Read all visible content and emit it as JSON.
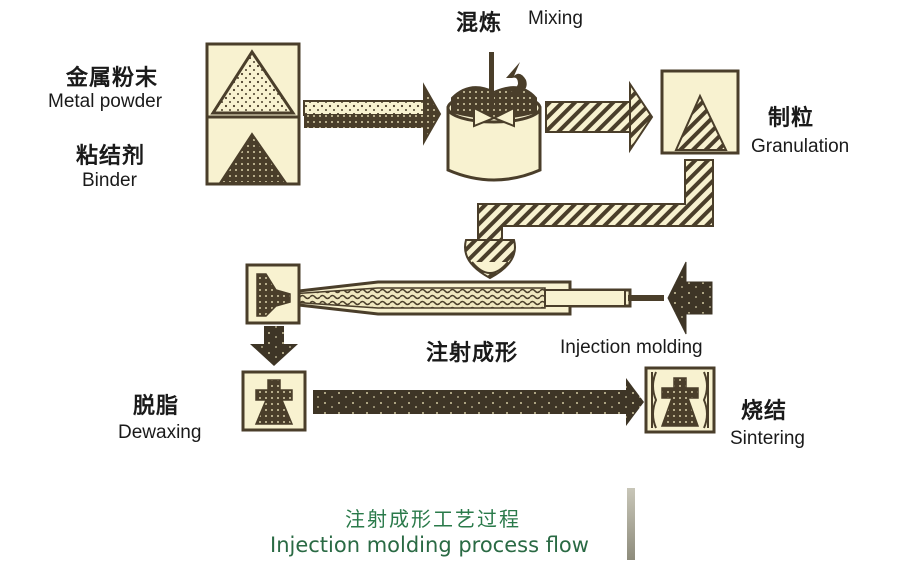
{
  "title": {
    "cn": "注射成形工艺过程",
    "en": "Injection molding process flow"
  },
  "colors": {
    "fill": "#f8f2d0",
    "ink": "#4a3e2a",
    "caption": "#2a7a4a"
  },
  "steps": {
    "metal_powder": {
      "cn": "金属粉末",
      "en": "Metal powder"
    },
    "binder": {
      "cn": "粘结剂",
      "en": "Binder"
    },
    "mixing": {
      "cn": "混炼",
      "en": "Mixing"
    },
    "granulation": {
      "cn": "制粒",
      "en": "Granulation"
    },
    "injection_molding": {
      "cn": "注射成形",
      "en": "Injection molding"
    },
    "dewaxing": {
      "cn": "脱脂",
      "en": "Dewaxing"
    },
    "sintering": {
      "cn": "烧结",
      "en": "Sintering"
    }
  }
}
